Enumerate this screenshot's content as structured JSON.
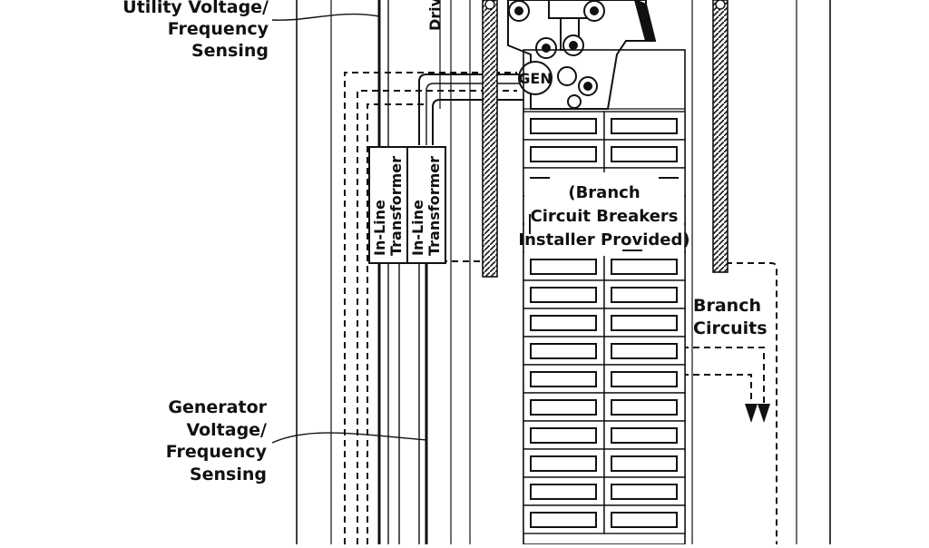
{
  "labels": {
    "utility_voltage_line1": "Utility Voltage/",
    "utility_voltage_line2": "Frequency",
    "utility_voltage_line3": "Sensing",
    "drive": "Drive",
    "gen": "GEN",
    "generator_voltage_line1": "Generator",
    "generator_voltage_line2": "Voltage/",
    "generator_voltage_line3": "Frequency",
    "generator_voltage_line4": "Sensing",
    "transformer1_line1": "In-Line",
    "transformer1_line2": "Transformer",
    "transformer2_line1": "In-Line",
    "transformer2_line2": "Transformer",
    "breakers_line1": "(Branch",
    "breakers_line2": "Circuit Breakers",
    "breakers_line3": "Installer Provided)",
    "branch_circuits_line1": "Branch",
    "branch_circuits_line2": "Circuits"
  },
  "colors": {
    "ink": "#111111",
    "paper": "#ffffff"
  },
  "breaker_panel": {
    "columns": 2
  }
}
